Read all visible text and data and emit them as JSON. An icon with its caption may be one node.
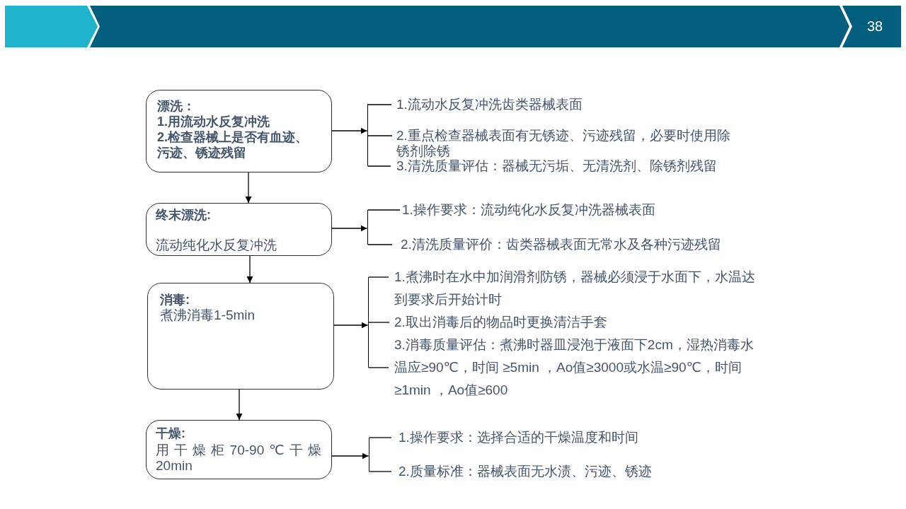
{
  "diagram": {
    "nodes": [
      {
        "text": [
          "漂洗：",
          "1.用流动水反复冲洗",
          "2.检查器械上是否有血迹、污迹、锈迹残留"
        ]
      },
      {
        "text": [],
        "shape": "bracket"
      },
      {
        "text": [
          "1.流动水反复冲洗齿类器械表面"
        ]
      },
      {
        "text": [
          "2.重点检查器械表面有无锈迹、污迹残留，必要时使用除锈剂除锈"
        ]
      },
      {
        "text": [
          "3.清洗质量评估：器械无污垢、无清洗剂、除锈剂残留"
        ]
      },
      {
        "text": [
          "终末漂洗:",
          "流动纯化水反复冲洗"
        ]
      },
      {
        "text": [],
        "shape": "bracket"
      },
      {
        "text": [
          "1.操作要求：流动纯化水反复冲洗器械表面"
        ]
      },
      {
        "text": [
          "2.清洗质量评价：齿类器械表面无常水及各种污迹残留"
        ]
      },
      {
        "text": [
          "消毒:",
          "煮沸消毒1-5min"
        ]
      },
      {
        "text": [],
        "shape": "bracket"
      },
      {
        "text": [
          "1.煮沸时在水中加润滑剂防锈，器械必须浸于水面下，水温达到要求后开始计时"
        ]
      },
      {
        "text": [
          "2.取出消毒后的物品时更换清洁手套"
        ]
      },
      {
        "text": [
          "3.消毒质量评估：煮沸时器皿浸泡于液面下2cm，湿热消毒水温应≥90℃，时间 ≥5min ，Ao值≥3000或水温≥90℃，时间≥1min ，Ao值≥600"
        ]
      },
      {
        "text": [
          "干燥:",
          "用干燥柜70-90℃干燥20min"
        ]
      },
      {
        "text": [],
        "shape": "bracket"
      },
      {
        "text": [
          "1.操作要求：选择合适的干燥温度和时间"
        ]
      },
      {
        "text": [
          "2.质量标准：器械表面无水渍、污迹、锈迹"
        ]
      }
    ],
    "edges": [
      {
        "from": 0,
        "to": 1,
        "arrow": "to"
      },
      {
        "from": 1,
        "to": 2,
        "arrow": "none"
      },
      {
        "from": 1,
        "to": 3,
        "arrow": "none"
      },
      {
        "from": 1,
        "to": 4,
        "arrow": "none"
      },
      {
        "from": 0,
        "to": 5,
        "arrow": "to"
      },
      {
        "from": 5,
        "to": 6,
        "arrow": "to"
      },
      {
        "from": 6,
        "to": 7,
        "arrow": "none"
      },
      {
        "from": 6,
        "to": 8,
        "arrow": "none"
      },
      {
        "from": 5,
        "to": 9,
        "arrow": "to"
      },
      {
        "from": 9,
        "to": 10,
        "arrow": "to"
      },
      {
        "from": 10,
        "to": 11,
        "arrow": "none"
      },
      {
        "from": 10,
        "to": 12,
        "arrow": "none"
      },
      {
        "from": 10,
        "to": 13,
        "arrow": "none"
      },
      {
        "from": 9,
        "to": 14,
        "arrow": "to"
      },
      {
        "from": 14,
        "to": 15,
        "arrow": "to"
      },
      {
        "from": 15,
        "to": 16,
        "arrow": "none"
      },
      {
        "from": 15,
        "to": 17,
        "arrow": "none"
      }
    ],
    "labels": [
      "38"
    ]
  }
}
